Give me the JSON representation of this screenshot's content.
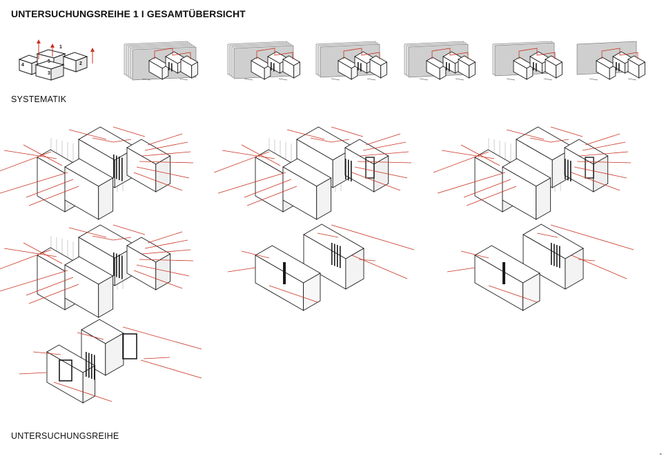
{
  "header": {
    "title": "UNTERSUCHUNGSREIHE 1 I GESAMTÜBERSICHT"
  },
  "sections": {
    "systematik": "SYSTEMATIK",
    "untersuchungsreihe": "UNTERSUCHUNGSREIHE"
  },
  "key_diagram": {
    "labels": [
      "1",
      "2",
      "3",
      "4",
      "5"
    ]
  },
  "footer": {
    "page_mark": "-"
  },
  "colors": {
    "accent": "#c8301e",
    "line": "#1a1a1a",
    "hidden_line": "#9a9a9a",
    "panel": "#cfcfcf"
  }
}
